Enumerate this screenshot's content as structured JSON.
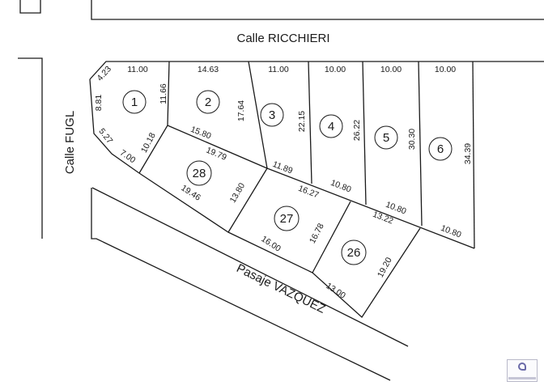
{
  "streets": {
    "north": "Calle RICCHIERI",
    "west": "Calle FUGL",
    "south": "Pasaje VAZQUEZ"
  },
  "lots": [
    {
      "number": "1"
    },
    {
      "number": "2"
    },
    {
      "number": "3"
    },
    {
      "number": "4"
    },
    {
      "number": "5"
    },
    {
      "number": "6"
    },
    {
      "number": "28"
    },
    {
      "number": "27"
    },
    {
      "number": "26"
    }
  ],
  "dimensions": {
    "lot1_front": "11.00",
    "lot2_front": "14.63",
    "lot3_front": "11.00",
    "lot4_front": "10.00",
    "lot5_front": "10.00",
    "lot6_front": "10.00",
    "lot1_corner": "4.23",
    "lot1_west": "8.81",
    "lot1_west_lower": "5.27",
    "lot1_east": "11.66",
    "lot1_back": "10.18",
    "lot28_west": "7.00",
    "lot2_east": "17.64",
    "lot2_back": "15.80",
    "lot28_north": "19.79",
    "lot28_south": "19.46",
    "lot28_east": "13.80",
    "lot3_east": "22.15",
    "lot3_back": "11.89",
    "lot4_east": "26.22",
    "lot4_back": "10.80",
    "lot5_east": "30.30",
    "lot5_back": "10.80",
    "lot6_east": "34.39",
    "lot6_back": "10.80",
    "lot27_north": "16.27",
    "lot27_east": "16.78",
    "lot27_south": "16.00",
    "lot26_north": "13.22",
    "lot26_east": "19.20",
    "lot26_south": "13.00"
  }
}
